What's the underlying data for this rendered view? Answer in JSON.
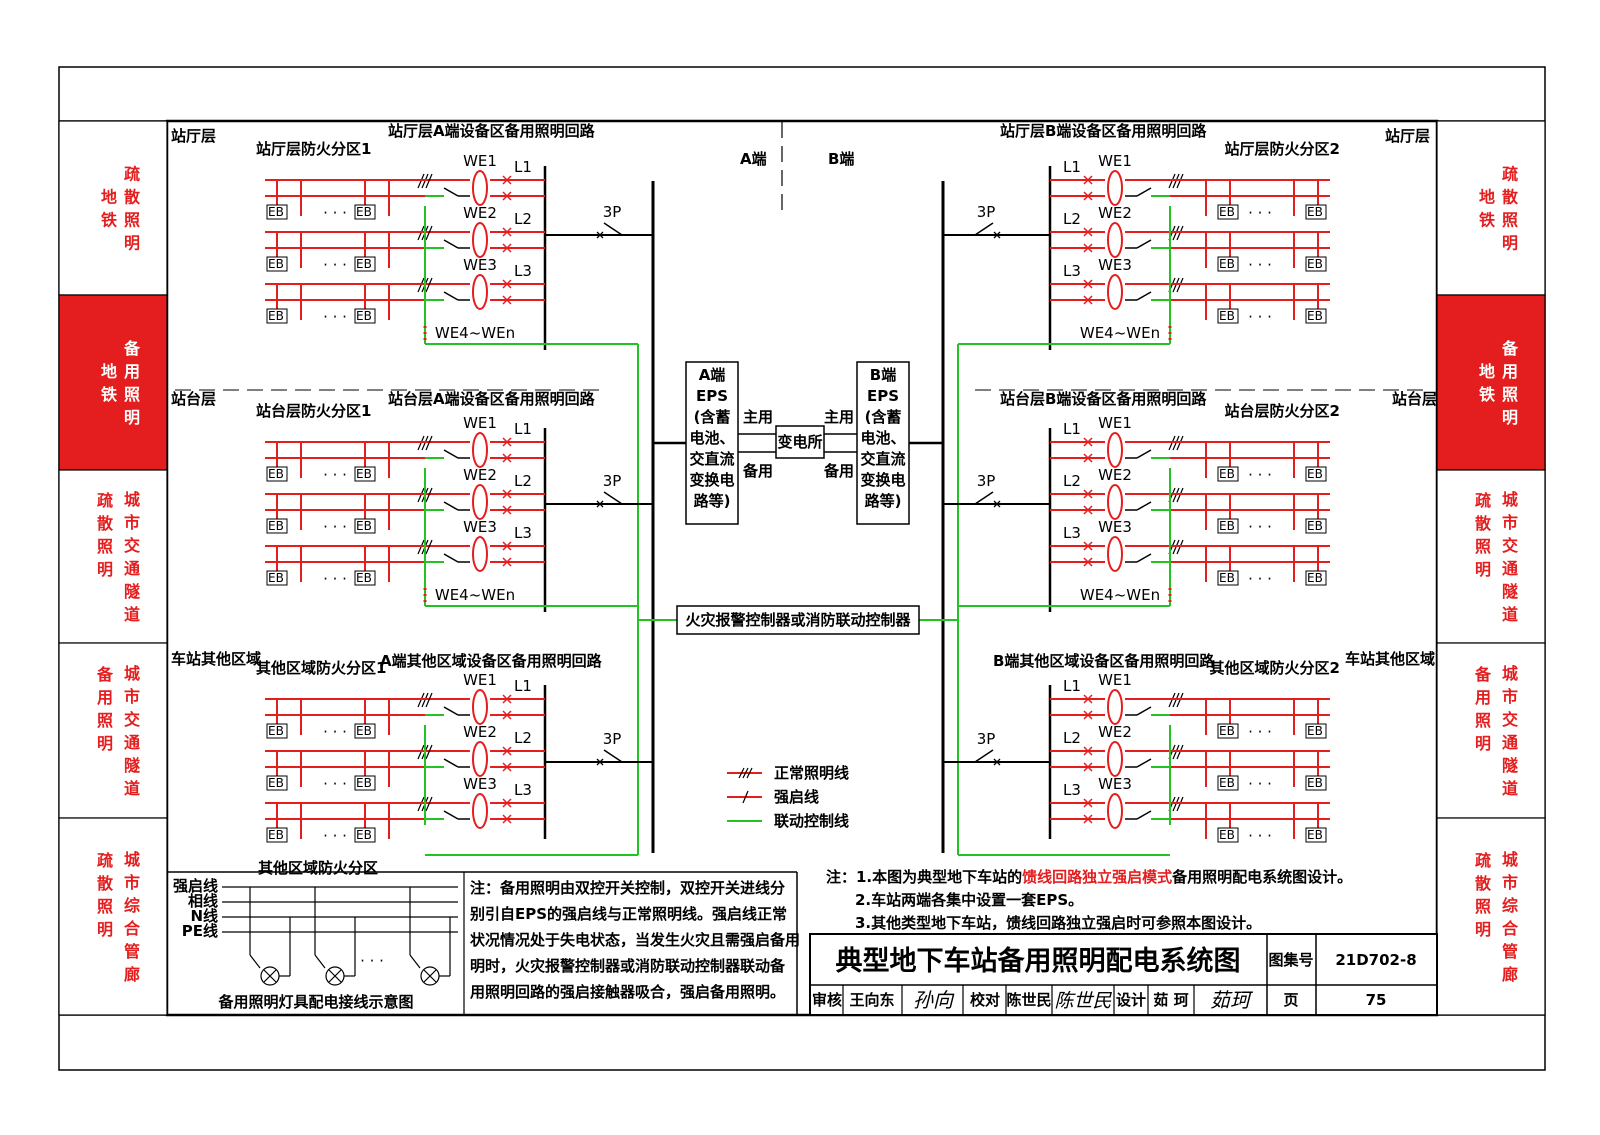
{
  "side_tabs": [
    {
      "chars": [
        "疏",
        "散",
        "照",
        "明"
      ],
      "chars2": [
        "地",
        "铁"
      ],
      "active": false
    },
    {
      "chars": [
        "备",
        "用",
        "照",
        "明"
      ],
      "chars2": [
        "地",
        "铁"
      ],
      "active": true
    },
    {
      "chars": [
        "城",
        "市",
        "交",
        "通",
        "隧",
        "道"
      ],
      "chars2": [
        "疏",
        "散",
        "照",
        "明"
      ],
      "active": false
    },
    {
      "chars": [
        "城",
        "市",
        "交",
        "通",
        "隧",
        "道"
      ],
      "chars2": [
        "备",
        "用",
        "照",
        "明"
      ],
      "active": false
    },
    {
      "chars": [
        "城",
        "市",
        "综",
        "合",
        "管",
        "廊"
      ],
      "chars2": [
        "疏",
        "散",
        "照",
        "明"
      ],
      "active": false
    }
  ],
  "levels": {
    "hall": "站厅层",
    "platform": "站台层",
    "other": "车站其他区域"
  },
  "circuits": {
    "hall_a": "站厅层A端设备区备用照明回路",
    "hall_b": "站厅层B端设备区备用照明回路",
    "plat_a": "站台层A端设备区备用照明回路",
    "plat_b": "站台层B端设备区备用照明回路",
    "other_a": "A端其他区域设备区备用照明回路",
    "other_b": "B端其他区域设备区备用照明回路"
  },
  "zones": {
    "hall_1": "站厅层防火分区1",
    "hall_2": "站厅层防火分区2",
    "plat_1": "站台层防火分区1",
    "plat_2": "站台层防火分区2",
    "other_1": "其他区域防火分区1",
    "other_2": "其他区域防火分区2",
    "other_bottom": "其他区域防火分区"
  },
  "ends": {
    "a": "A端",
    "b": "B端"
  },
  "labels": {
    "we1": "WE1",
    "we2": "WE2",
    "we3": "WE3",
    "we_n": "WE4~WEn",
    "l1": "L1",
    "l2": "L2",
    "l3": "L3",
    "eb": "EB",
    "dots": "· · ·",
    "sw3p": "3P"
  },
  "eps_a": {
    "lines": [
      "A端",
      "EPS",
      "(含蓄",
      "电池、",
      "交直流",
      "变换电",
      "路等)"
    ]
  },
  "eps_b": {
    "lines": [
      "B端",
      "EPS",
      "(含蓄",
      "电池、",
      "交直流",
      "变换电",
      "路等)"
    ]
  },
  "substation": "变电所",
  "main_label": "主用",
  "backup_label": "备用",
  "fire_controller": "火灾报警控制器或消防联动控制器",
  "legend": [
    {
      "symbol": "normal",
      "text": "正常照明线"
    },
    {
      "symbol": "forced",
      "text": "强启线"
    },
    {
      "symbol": "link",
      "text": "联动控制线"
    }
  ],
  "wiring": {
    "wires": [
      "强启线",
      "相线",
      "N线",
      "PE线"
    ],
    "caption": "备用照明灯具配电接线示意图"
  },
  "left_note": [
    "注：备用照明由双控开关控制，双控开关进线分",
    "别引自EPS的强启线与正常照明线。强启线正常",
    "状况情况处于失电状态，当发生火灾且需强启备用",
    "明时，火灾报警控制器或消防联动控制器联动备",
    "用照明回路的强启接触器吸合，强启备用照明。"
  ],
  "notes": {
    "n1_pre": "注：1.本图为典型地下车站的",
    "n1_hl": "馈线回路独立强启模式",
    "n1_post": "备用照明配电系统图设计。",
    "n2": "2.车站两端各集中设置一套EPS。",
    "n3": "3.其他类型地下车站，馈线回路独立强启时可参照本图设计。"
  },
  "title_block": {
    "title": "典型地下车站备用照明配电系统图",
    "atlas_label": "图集号",
    "atlas_no": "21D702-8",
    "page_label": "页",
    "page_no": "75",
    "review_label": "审核",
    "reviewer": "王向东",
    "check_label": "校对",
    "checker": "陈世民",
    "design_label": "设计",
    "designer": "茹 珂",
    "sig_review": "孙向",
    "sig_check": "陈世民",
    "sig_design": "茹珂"
  },
  "colors": {
    "red": "#e41e1e",
    "green": "#22c322",
    "tab_active": "#e41e1e"
  }
}
